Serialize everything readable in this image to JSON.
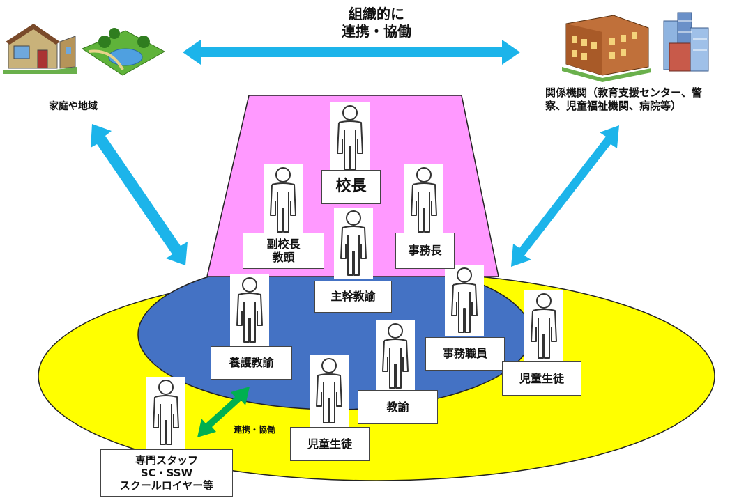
{
  "colors": {
    "pink": "#ff99ff",
    "blue": "#4472c4",
    "yellow": "#ffff00",
    "cyan_arrow": "#1cb4ea",
    "green_arrow": "#00b050"
  },
  "icons": {
    "person": "person-icon",
    "house": "house-icon",
    "park": "park-icon",
    "school_building": "school-building-icon",
    "city": "city-icon"
  },
  "top": {
    "collab_label": "組織的に\n連携・協働"
  },
  "left_group": {
    "label": "家庭や地域"
  },
  "right_group": {
    "label": "関係機関（教育支援センター、警\n察、児童福祉機関、病院等）"
  },
  "roles": {
    "principal": "校長",
    "vice_principal": "副校長\n教頭",
    "office_manager": "事務長",
    "chief_teacher": "主幹教諭",
    "nurse_teacher": "養護教諭",
    "office_staff": "事務職員",
    "teacher": "教諭",
    "student_center": "児童生徒",
    "student_right": "児童生徒",
    "specialist": "専門スタッフ\nSC・SSW\nスクールロイヤー等"
  },
  "inner_collab": {
    "label": "連携・協働"
  }
}
